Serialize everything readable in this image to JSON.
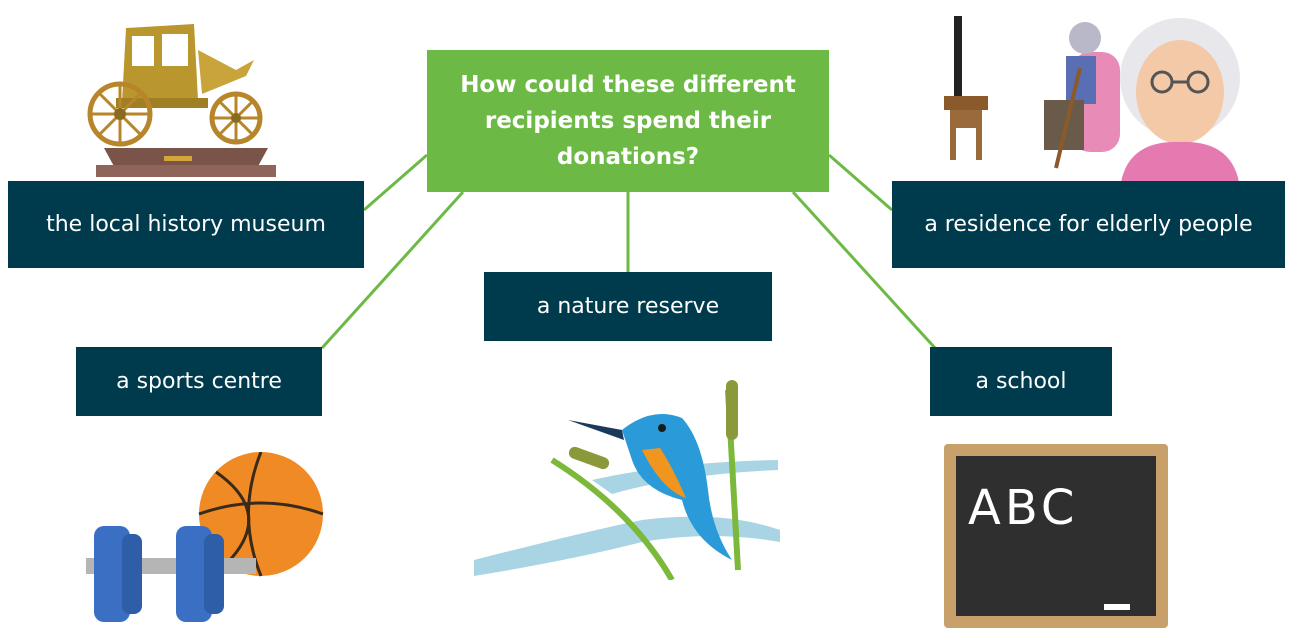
{
  "center_question": "How could these different recipients spend their donations?",
  "recipients": [
    {
      "label": "the local history museum",
      "icon": "stagecoach-icon"
    },
    {
      "label": "a residence for elderly people",
      "icon": "elderly-people-icon"
    },
    {
      "label": "a nature reserve",
      "icon": "kingfisher-bird-icon"
    },
    {
      "label": "a sports centre",
      "icon": "dumbbell-basketball-icon"
    },
    {
      "label": "a school",
      "icon": "chalkboard-icon"
    }
  ],
  "chalkboard_text": "ABC",
  "colors": {
    "center_box": "#6cba45",
    "connector": "#6cba45",
    "label_bg": "#003a4d",
    "label_text": "#ffffff"
  }
}
